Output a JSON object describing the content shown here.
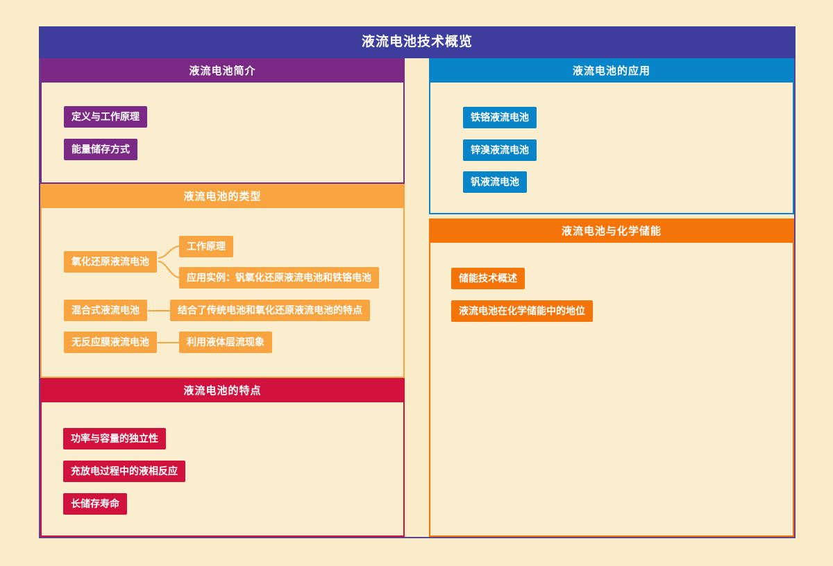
{
  "title": "液流电池技术概览",
  "colors": {
    "background": "#FAEBC9",
    "banner": "#3D3D9C",
    "frame_border": "#5C4190",
    "intro_accent": "#7A2A85",
    "types_accent": "#F8A441",
    "traits_accent": "#D1113E",
    "applications_accent": "#0885C8",
    "storage_accent": "#F4740A"
  },
  "sections": {
    "intro": {
      "title": "液流电池简介",
      "items": [
        "定义与工作原理",
        "能量储存方式"
      ]
    },
    "types": {
      "title": "液流电池的类型",
      "redox_parent": "氧化还原液流电池",
      "redox_child_principle": "工作原理",
      "redox_child_examples": "应用实例：钒氧化还原液流电池和铁铬电池",
      "hybrid_parent": "混合式液流电池",
      "hybrid_child": "结合了传统电池和氧化还原液流电池的特点",
      "membraneless_parent": "无反应膜液流电池",
      "membraneless_child": "利用液体层流现象"
    },
    "traits": {
      "title": "液流电池的特点",
      "items": [
        "功率与容量的独立性",
        "充放电过程中的液相反应",
        "长储存寿命"
      ]
    },
    "applications": {
      "title": "液流电池的应用",
      "items": [
        "铁铬液流电池",
        "锌溴液流电池",
        "钒液流电池"
      ]
    },
    "storage": {
      "title": "液流电池与化学储能",
      "items": [
        "储能技术概述",
        "液流电池在化学储能中的地位"
      ]
    }
  }
}
